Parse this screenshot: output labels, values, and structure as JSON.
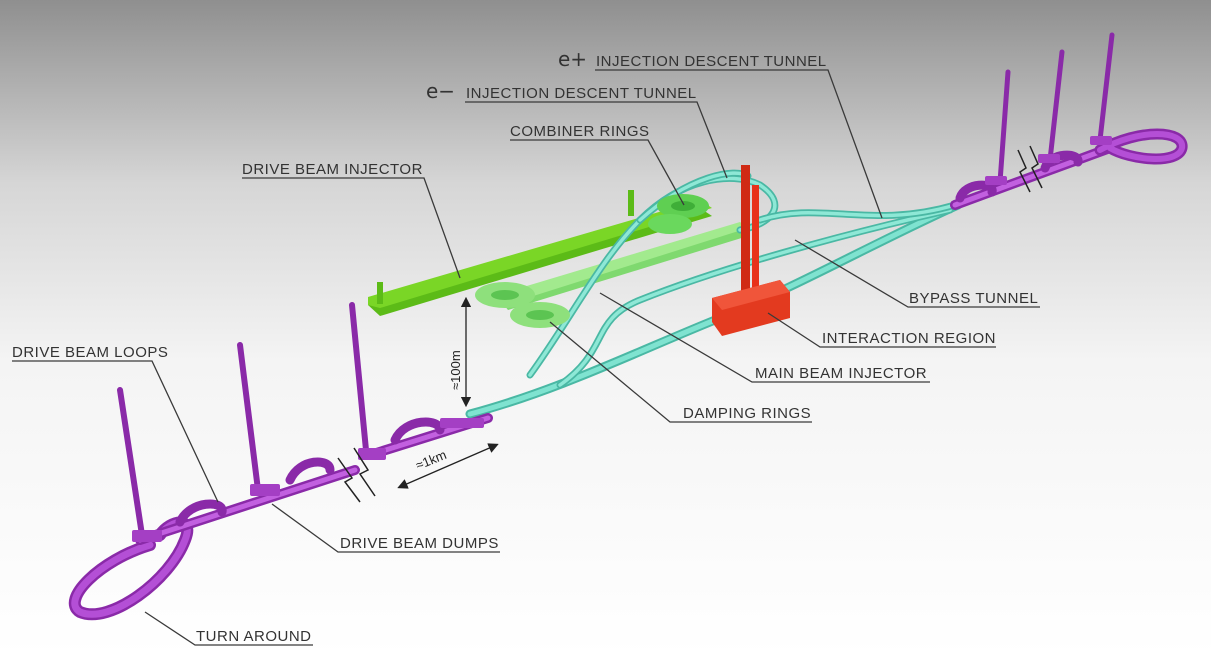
{
  "labels": {
    "e_plus_symbol": "e+",
    "e_plus_tunnel": "INJECTION DESCENT TUNNEL",
    "e_minus_symbol": "e−",
    "e_minus_tunnel": "INJECTION DESCENT TUNNEL",
    "combiner_rings": "COMBINER RINGS",
    "drive_beam_injector": "DRIVE BEAM INJECTOR",
    "bypass_tunnel": "BYPASS TUNNEL",
    "interaction_region": "INTERACTION REGION",
    "main_beam_injector": "MAIN BEAM INJECTOR",
    "damping_rings": "DAMPING RINGS",
    "drive_beam_loops": "DRIVE BEAM LOOPS",
    "drive_beam_dumps": "DRIVE BEAM DUMPS",
    "turn_around": "TURN AROUND"
  },
  "dimensions": {
    "depth": "≈100m",
    "length": "≈1km"
  },
  "colors": {
    "drive_beam": "#a43fc4",
    "injector_green": "#6ecf1f",
    "ring_green": "#86e07a",
    "tunnel_teal": "#6fd8c4",
    "interaction_red": "#e8321a",
    "label_text": "#333333",
    "leader_line": "#3a3a3a"
  }
}
